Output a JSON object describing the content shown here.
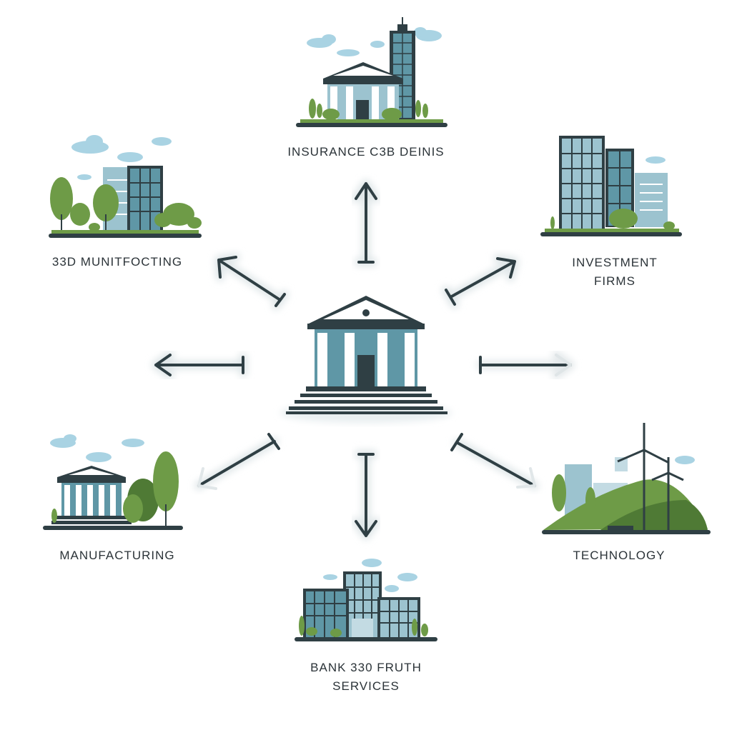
{
  "colors": {
    "primary": "#2f3f44",
    "teal": "#5f97a6",
    "teal_light": "#9cc3cf",
    "green": "#6e9b47",
    "green_dark": "#4f7a35",
    "cloud": "#a9d3e3",
    "background": "#ffffff"
  },
  "center": {
    "icon": "bank-icon"
  },
  "nodes": [
    {
      "id": "insurance",
      "icon": "bank-and-tower-icon",
      "lines": [
        "INSURANCE C3B DEINIS"
      ]
    },
    {
      "id": "investment",
      "icon": "office-towers-icon",
      "lines": [
        "INVESTMENT",
        "FIRMS"
      ]
    },
    {
      "id": "technology",
      "icon": "wind-turbine-icon",
      "lines": [
        "TECHNOLOGY"
      ]
    },
    {
      "id": "bank",
      "icon": "office-complex-icon",
      "lines": [
        "BANK 330 FRUTH",
        "SERVICES"
      ]
    },
    {
      "id": "manufacturing",
      "icon": "columned-building-icon",
      "lines": [
        "MANUFACTURING"
      ]
    },
    {
      "id": "munitfocting",
      "icon": "city-park-icon",
      "lines": [
        "33D MUNITFOCTING"
      ]
    }
  ]
}
